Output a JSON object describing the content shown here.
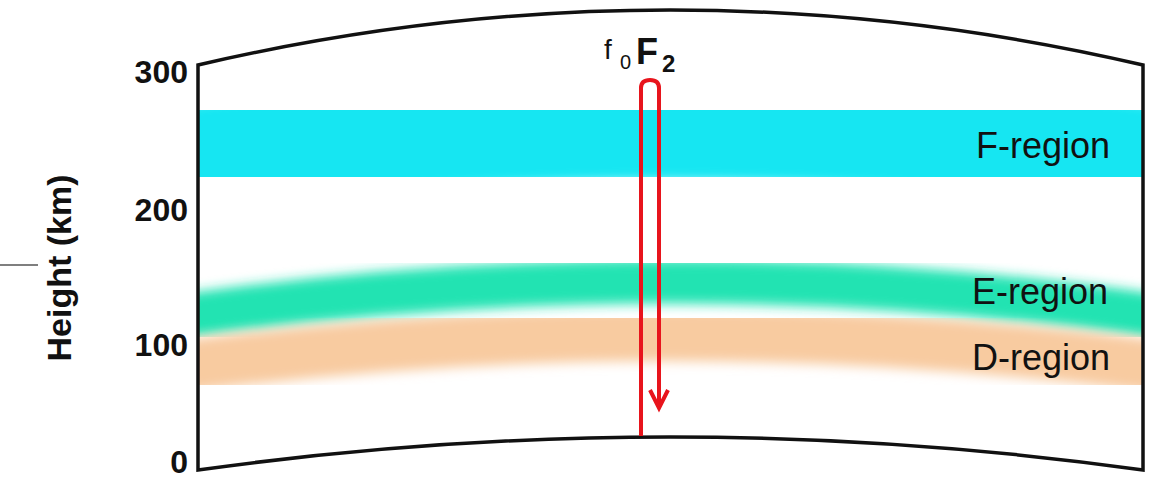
{
  "diagram": {
    "labels": [
      "300",
      "200",
      "100",
      "0",
      "Height (km)",
      "f",
      "0",
      "F",
      "2",
      "F-region",
      "E-region",
      "D-region"
    ]
  }
}
